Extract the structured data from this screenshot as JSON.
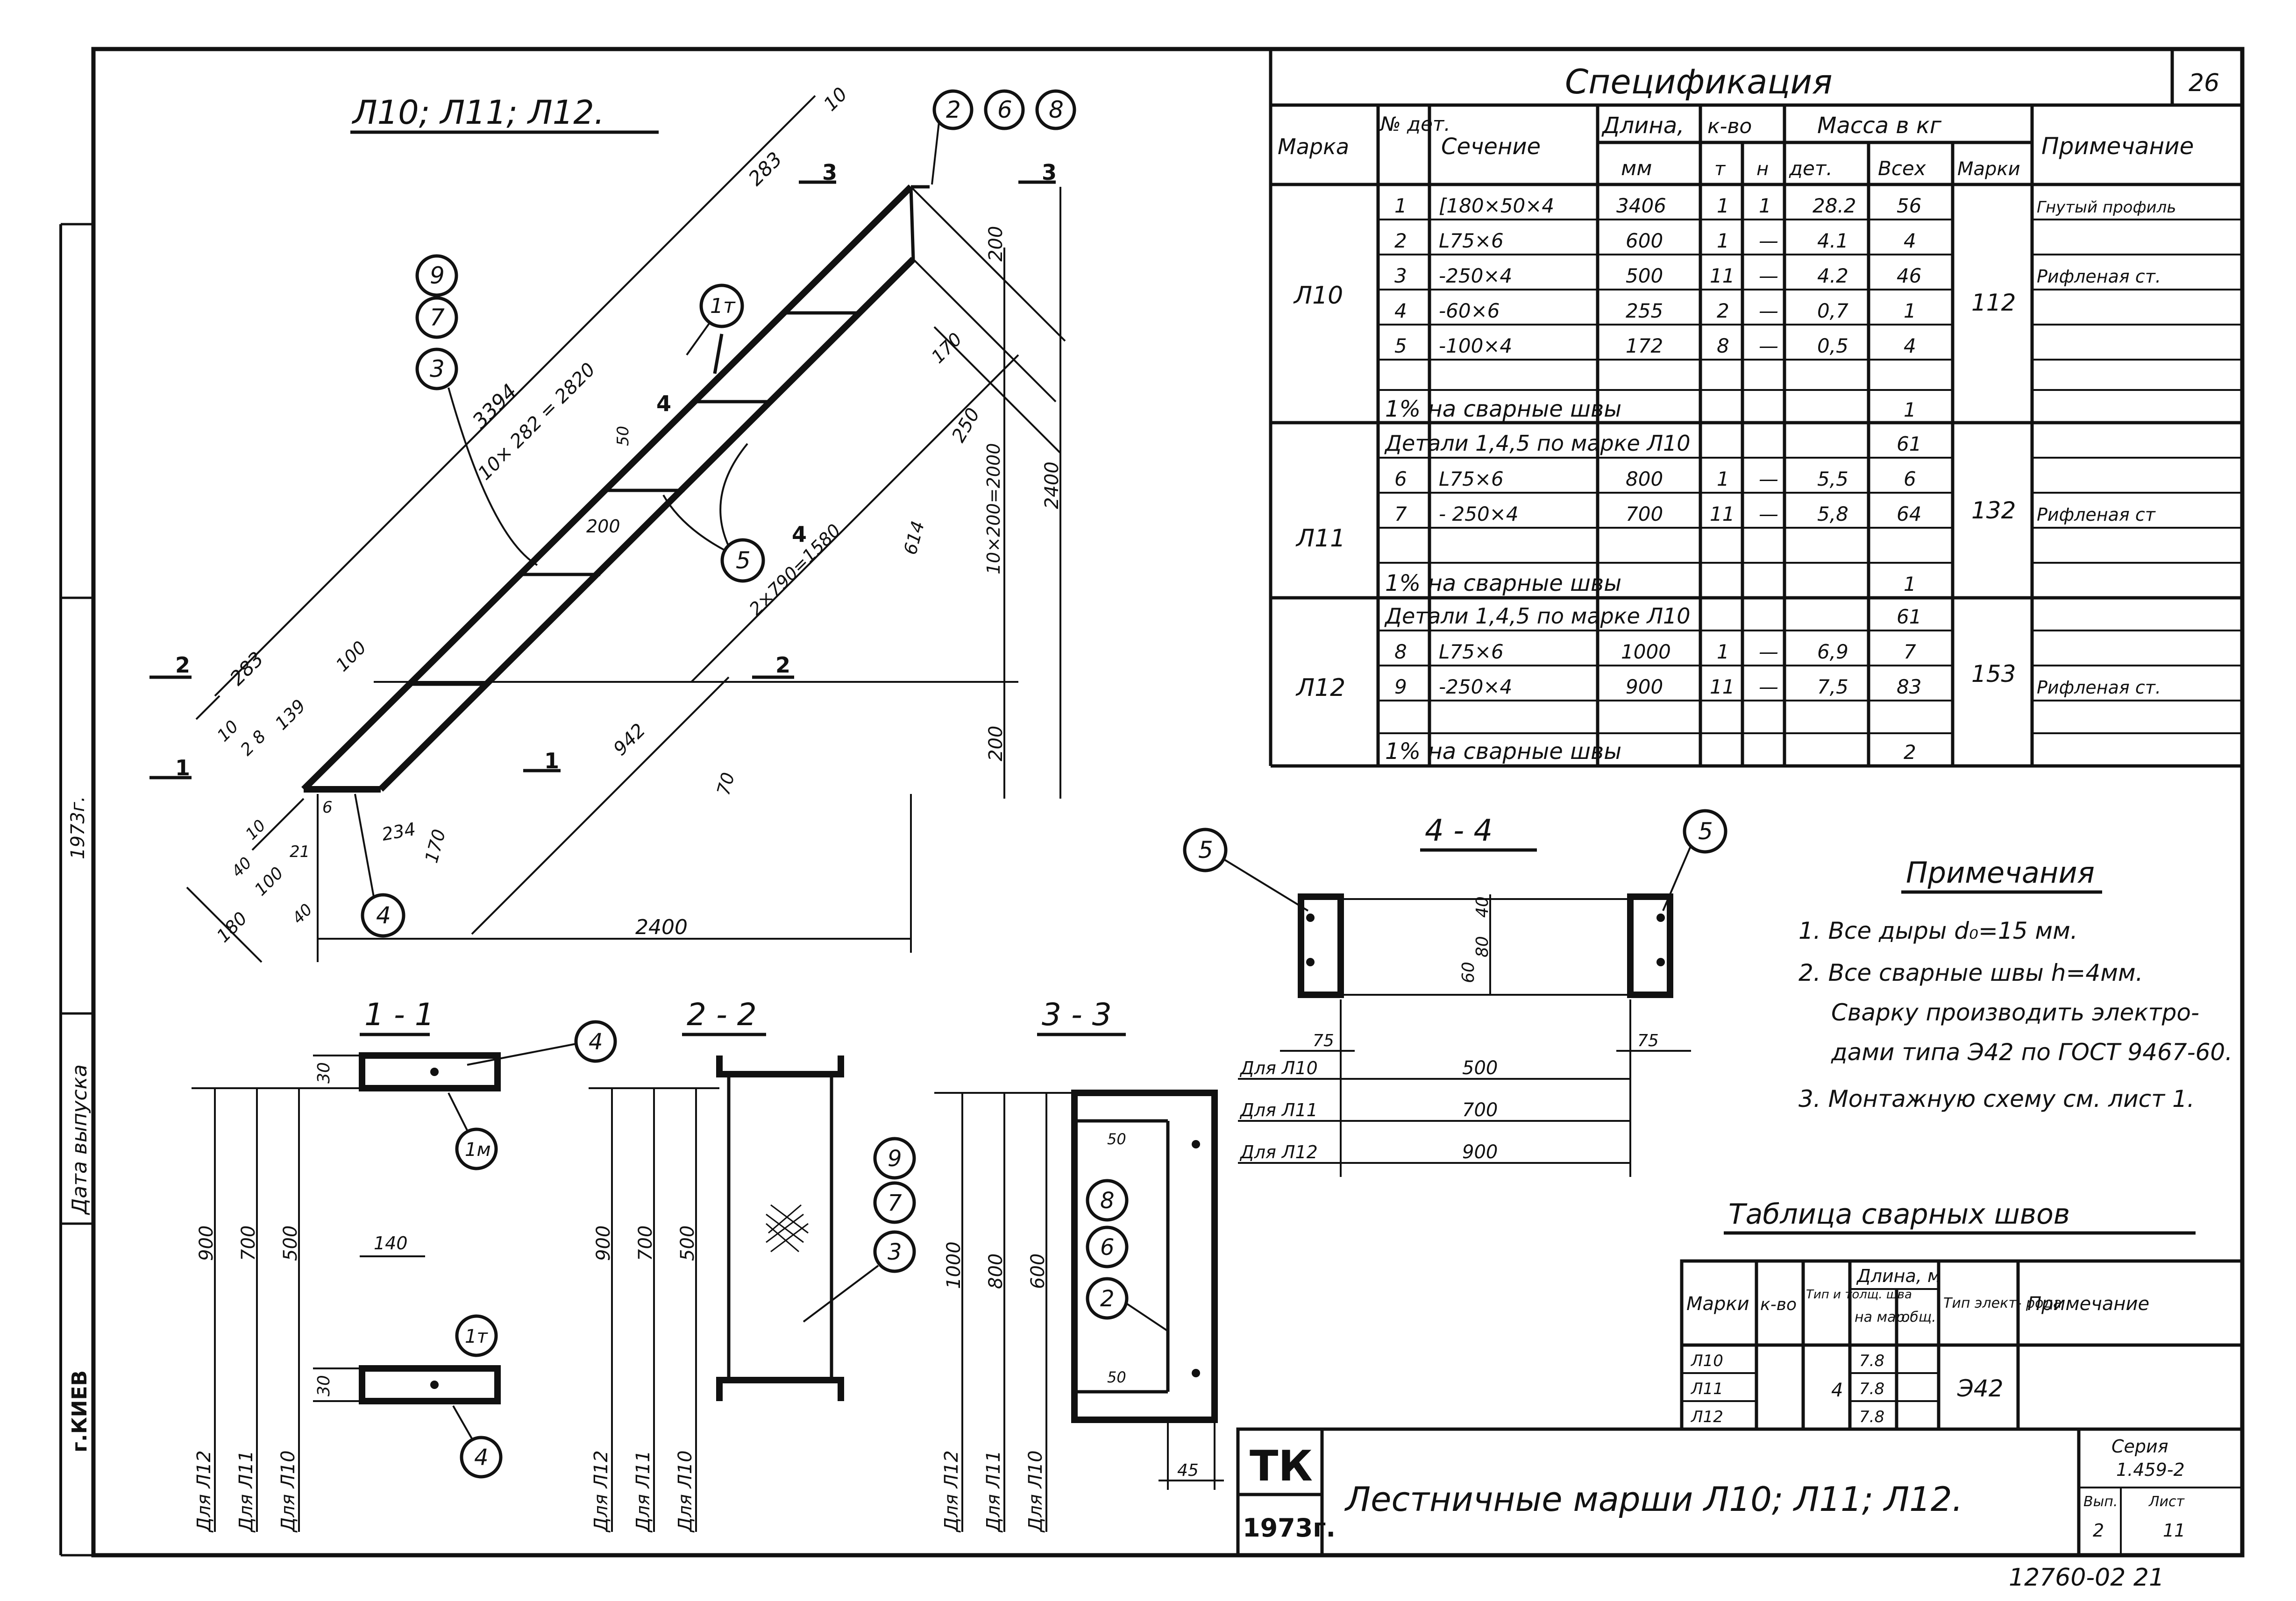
{
  "main_view": {
    "title": "Л10; Л11; Л12."
  },
  "dims_main": {
    "d10_top": "10",
    "d283_top": "283",
    "d3394": "3394",
    "d10x282": "10× 282 = 2820",
    "d200_top": "200",
    "d170_top": "170",
    "d250": "250",
    "d10x200": "10×200=2000",
    "d2400_v": "2400",
    "d614": "614",
    "d2x790": "2×790=1580",
    "d200_bot": "200",
    "d70": "70",
    "d283_bot": "283",
    "d10_l": "10",
    "d2_l": "2",
    "d8_l": "8",
    "d139": "139",
    "d100_a": "100",
    "d942": "942",
    "d6": "6",
    "d21": "21",
    "d234": "234",
    "d170_bot": "170",
    "d10_b": "10",
    "d4_b": "40",
    "d100_b": "100",
    "d4_c": "40",
    "d180": "180",
    "d2400_h": "2400",
    "d200_m": "200",
    "d50": "50",
    "d3_label": "3"
  },
  "callouts": {
    "c2": "2",
    "c6": "6",
    "c8": "8",
    "c9": "9",
    "c7": "7",
    "c3": "3",
    "c1t": "1т",
    "c5": "5",
    "c4": "4",
    "c1m": "1м"
  },
  "section_marks": {
    "s3": "3",
    "s2": "2",
    "s1": "1",
    "s4": "4"
  },
  "side_label": {
    "year": "1973г.",
    "date": "Дата выпуска",
    "org": "г.КИЕВ"
  },
  "spec": {
    "title": "Спецификация",
    "sheet_no": "26",
    "headers": {
      "mark": "Марка",
      "no": "№ дет.",
      "section": "Сечение",
      "length": "Длина,",
      "length_unit": "мм",
      "qty": "к-во",
      "qty_t": "т",
      "qty_n": "н",
      "mass": "Масса в кг",
      "mass_det": "дет.",
      "mass_all": "Всех",
      "mass_mark": "Марки",
      "note": "Примечание"
    },
    "L10": {
      "mark": "Л10",
      "rows": [
        {
          "no": "1",
          "section": "[180×50×4",
          "len": "3406",
          "t": "1",
          "n": "1",
          "det": "28.2",
          "all": "56",
          "note": "Гнутый профиль"
        },
        {
          "no": "2",
          "section": "L75×6",
          "len": "600",
          "t": "1",
          "n": "—",
          "det": "4.1",
          "all": "4",
          "note": ""
        },
        {
          "no": "3",
          "section": "-250×4",
          "len": "500",
          "t": "11",
          "n": "—",
          "det": "4.2",
          "all": "46",
          "note": "Рифленая ст."
        },
        {
          "no": "4",
          "section": "-60×6",
          "len": "255",
          "t": "2",
          "n": "—",
          "det": "0,7",
          "all": "1",
          "note": ""
        },
        {
          "no": "5",
          "section": "-100×4",
          "len": "172",
          "t": "8",
          "n": "—",
          "det": "0,5",
          "all": "4",
          "note": ""
        }
      ],
      "weld": "1% на сварные швы",
      "weld_val": "1",
      "mass_mark": "112"
    },
    "L11": {
      "mark": "Л11",
      "details": "Детали 1,4,5 по марке Л10",
      "details_val": "61",
      "rows": [
        {
          "no": "6",
          "section": "L75×6",
          "len": "800",
          "t": "1",
          "n": "—",
          "det": "5,5",
          "all": "6",
          "note": ""
        },
        {
          "no": "7",
          "section": "- 250×4",
          "len": "700",
          "t": "11",
          "n": "—",
          "det": "5,8",
          "all": "64",
          "note": "Рифленая ст"
        }
      ],
      "weld": "1% на сварные швы",
      "weld_val": "1",
      "mass_mark": "132"
    },
    "L12": {
      "mark": "Л12",
      "details": "Детали 1,4,5 по марке Л10",
      "details_val": "61",
      "rows": [
        {
          "no": "8",
          "section": "L75×6",
          "len": "1000",
          "t": "1",
          "n": "—",
          "det": "6,9",
          "all": "7",
          "note": ""
        },
        {
          "no": "9",
          "section": "-250×4",
          "len": "900",
          "t": "11",
          "n": "—",
          "det": "7,5",
          "all": "83",
          "note": "Рифленая ст."
        }
      ],
      "weld": "1% на сварные швы",
      "weld_val": "2",
      "mass_mark": "153"
    }
  },
  "sec44": {
    "title": "4 - 4",
    "d40": "40",
    "d80": "80",
    "d60": "60",
    "d75a": "75",
    "d75b": "75",
    "rows": [
      {
        "label": "Для Л10",
        "val": "500"
      },
      {
        "label": "Для Л11",
        "val": "700"
      },
      {
        "label": "Для Л12",
        "val": "900"
      }
    ]
  },
  "notes": {
    "title": "Примечания",
    "n1": "1. Все дыры  d₀=15 мм.",
    "n2a": "2. Все сварные швы h=4мм.",
    "n2b": "Сварку производить электро-",
    "n2c": "дами типа Э42 по ГОСТ 9467-60.",
    "n3": "3. Монтажную схему см. лист 1."
  },
  "weld_table": {
    "title": "Таблица сварных швов",
    "h_mark": "Марки",
    "h_qty": "к-во",
    "h_type": "Тип и толщ. шва",
    "h_len": "Длина, м",
    "h_len_a": "на мар.",
    "h_len_b": "общ.",
    "h_el": "Тип элект- рода",
    "h_note": "Примечание",
    "rows": [
      {
        "mark": "Л10",
        "len": "7.8"
      },
      {
        "mark": "Л11",
        "len": "7.8"
      },
      {
        "mark": "Л12",
        "len": "7.8"
      }
    ],
    "type": "4",
    "electrode": "Э42"
  },
  "sec11": {
    "title": "1 - 1",
    "d30a": "30",
    "d140": "140",
    "d30b": "30",
    "dims": [
      {
        "v": "900",
        "l": "Для Л12"
      },
      {
        "v": "700",
        "l": "Для Л11"
      },
      {
        "v": "500",
        "l": "Для Л10"
      }
    ]
  },
  "sec22": {
    "title": "2 - 2",
    "dims": [
      {
        "v": "900",
        "l": "Для Л12"
      },
      {
        "v": "700",
        "l": "Для Л11"
      },
      {
        "v": "500",
        "l": "Для Л10"
      }
    ]
  },
  "sec33": {
    "title": "3 - 3",
    "d50a": "50",
    "d50b": "50",
    "d45": "45",
    "dims": [
      {
        "v": "1000",
        "l": "Для Л12"
      },
      {
        "v": "800",
        "l": "Для Л11"
      },
      {
        "v": "600",
        "l": "Для Л10"
      }
    ]
  },
  "title_block": {
    "org": "ТК",
    "year": "1973г.",
    "title": "Лестничные марши Л10; Л11; Л12.",
    "series_label": "Серия",
    "series": "1.459-2",
    "issue_label": "Вып.",
    "issue": "2",
    "sheet_label": "Лист",
    "sheet": "11",
    "archive": "12760-02  21"
  }
}
